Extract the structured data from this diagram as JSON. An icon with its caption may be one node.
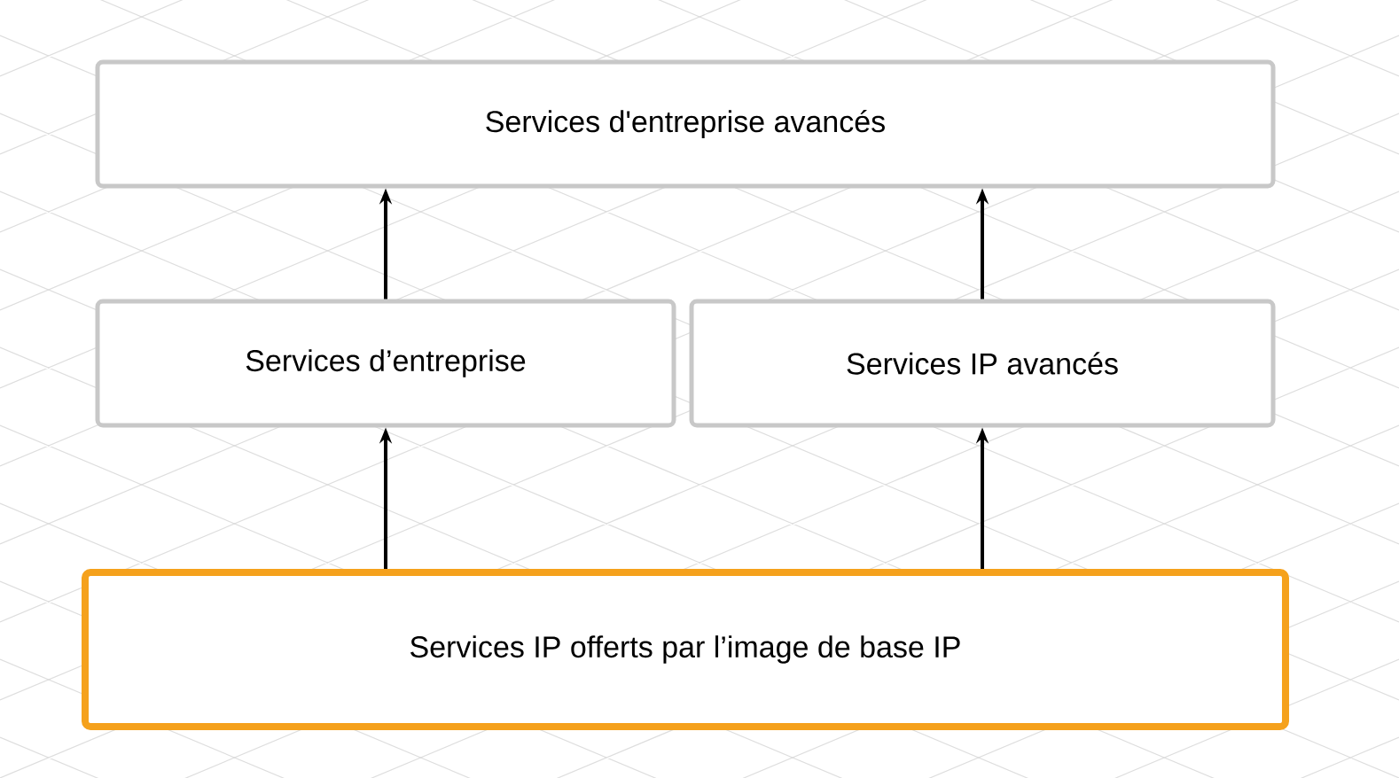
{
  "diagram": {
    "nodes": [
      {
        "text": [
          "Services d'entreprise avancés"
        ]
      },
      {
        "text": [
          "Services d’entreprise"
        ]
      },
      {
        "text": [
          "Services IP avancés"
        ]
      },
      {
        "text": [
          "Services IP offerts par l’image de base IP"
        ]
      }
    ],
    "edges": [
      {
        "from": 1,
        "to": 0,
        "arrow": "to"
      },
      {
        "from": 2,
        "to": 0,
        "arrow": "to"
      },
      {
        "from": 3,
        "to": 1,
        "arrow": "to"
      },
      {
        "from": 3,
        "to": 2,
        "arrow": "to"
      }
    ]
  }
}
